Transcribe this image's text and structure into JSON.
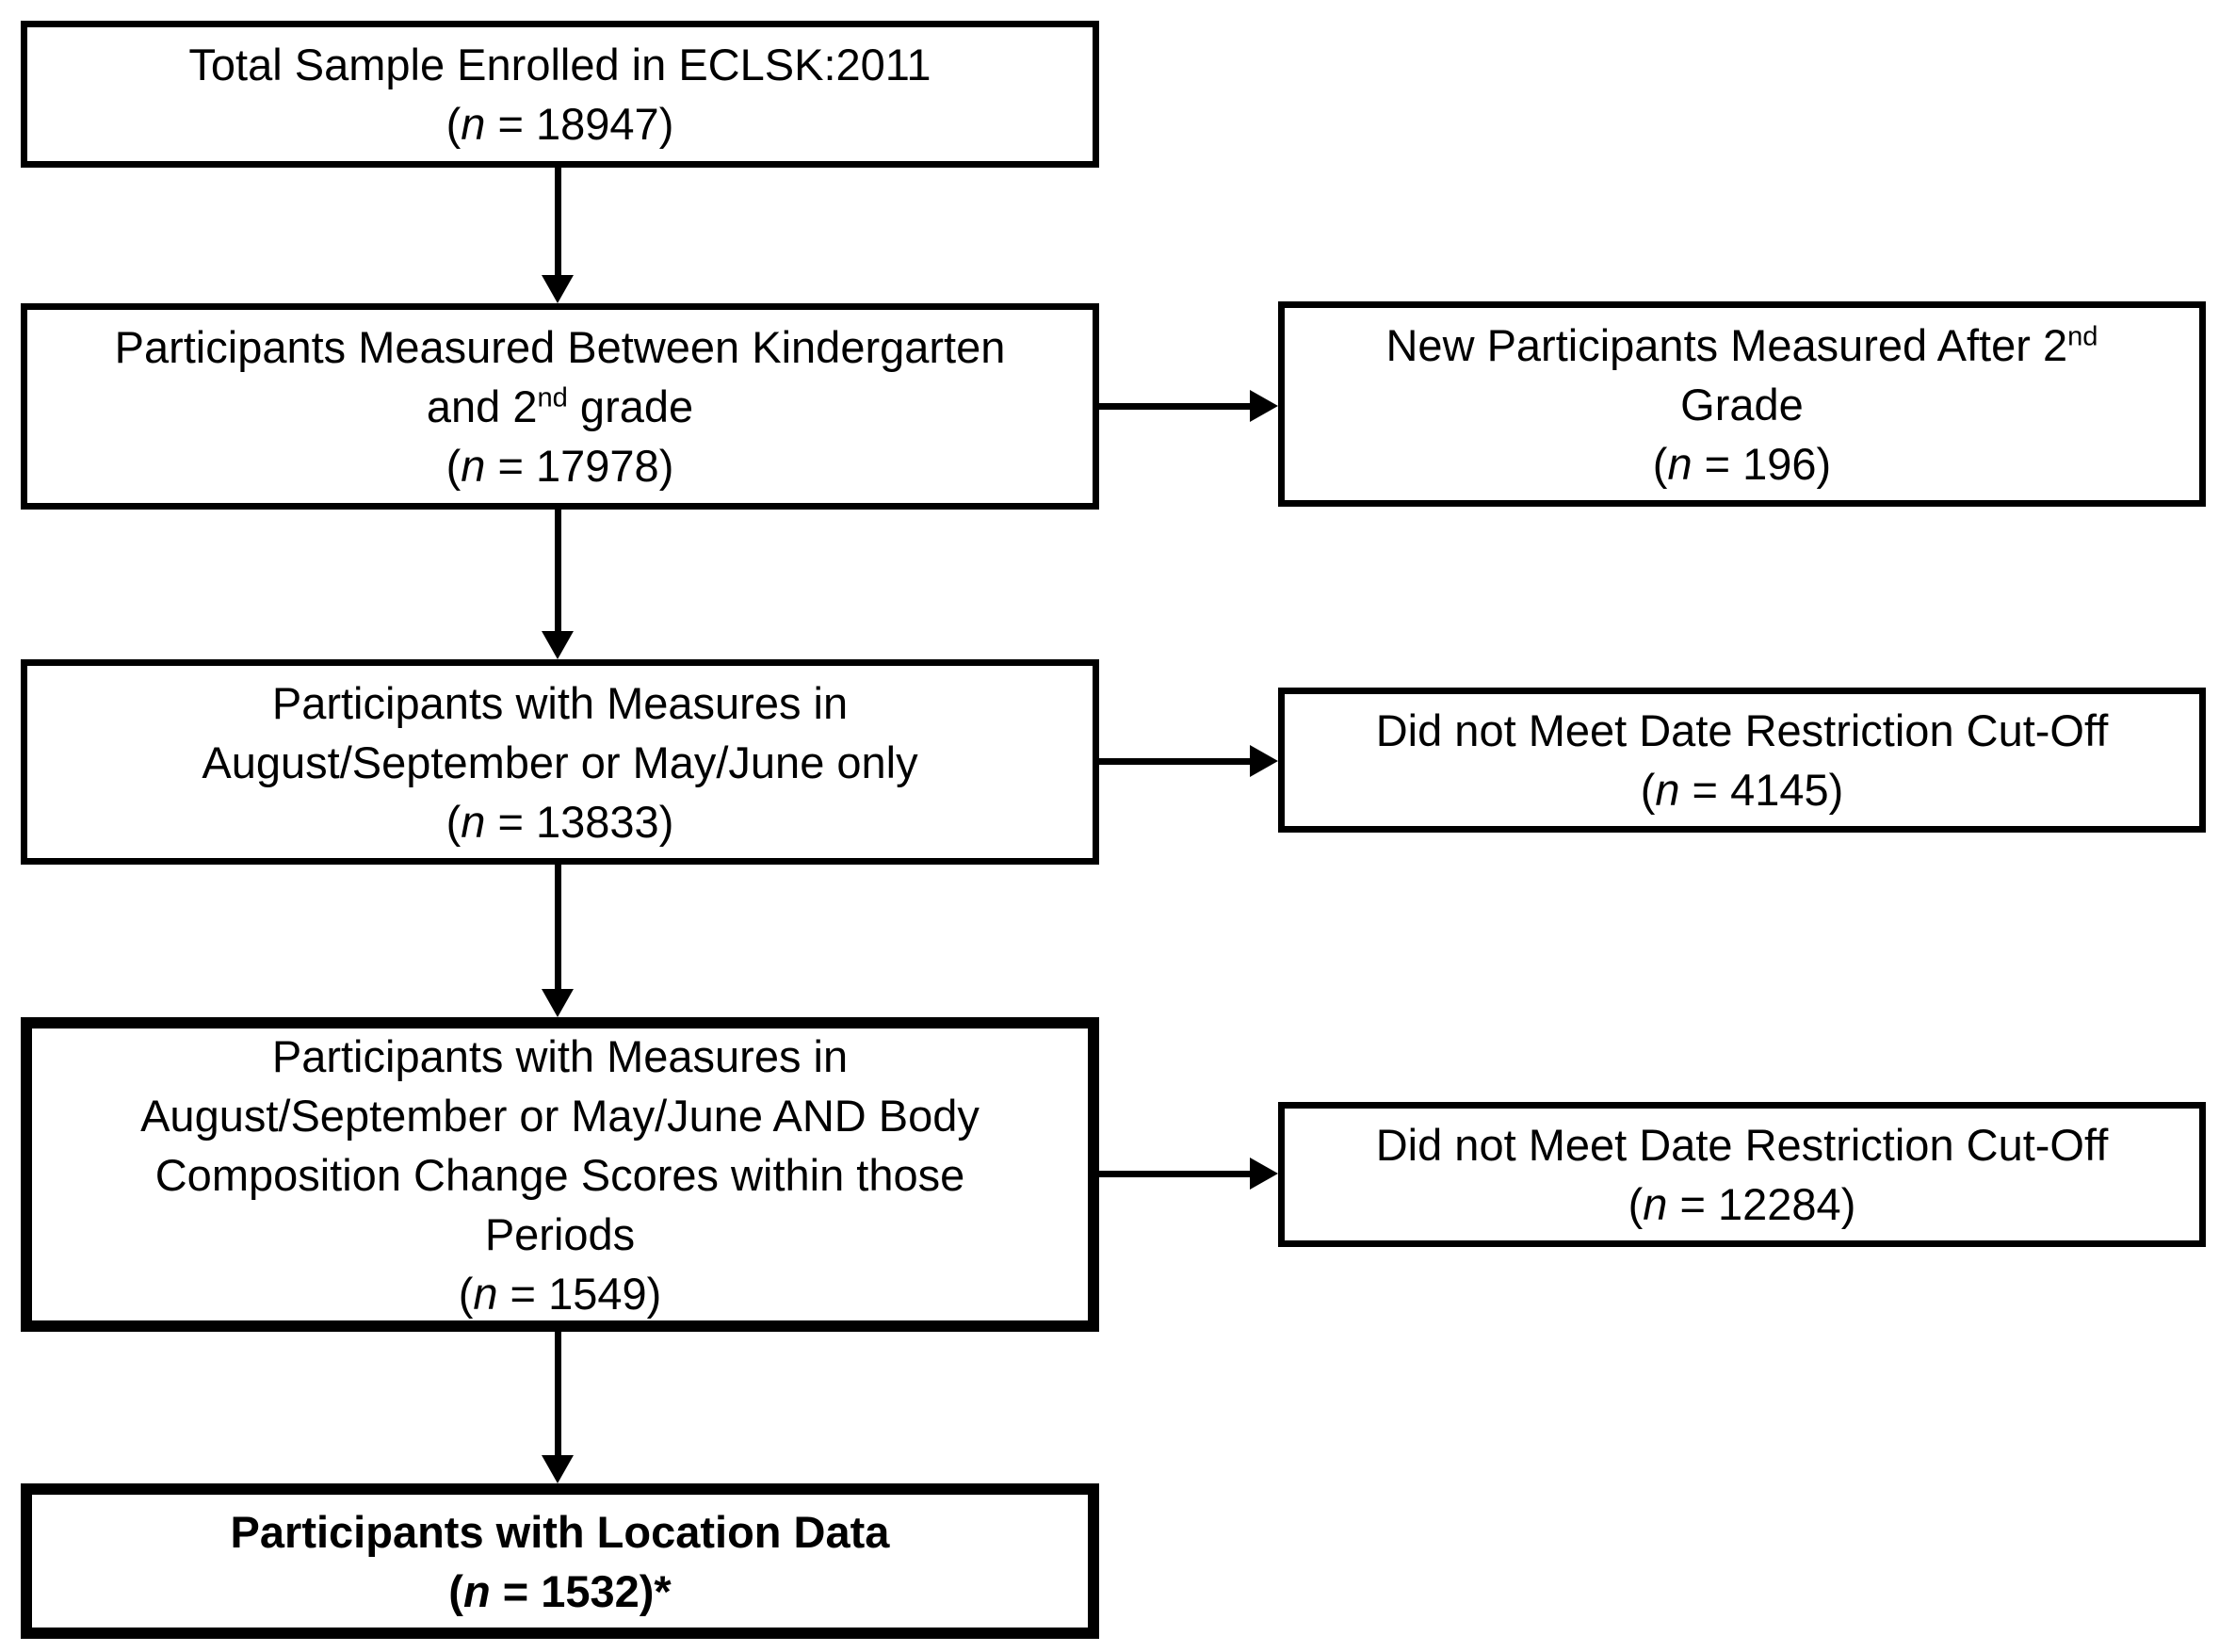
{
  "page": {
    "background": "#ffffff",
    "line_color": "#000000",
    "figure_type": "participant-flow-diagram"
  },
  "flowchart": {
    "boxes": [
      {
        "id": "total-sample",
        "border": "normal",
        "emphasis": false,
        "lines": [
          [
            {
              "t": "Total Sample Enrolled in ECLSK:2011"
            }
          ],
          [
            {
              "t": "("
            },
            {
              "t": "n",
              "i": true
            },
            {
              "t": " = 18947)"
            }
          ]
        ]
      },
      {
        "id": "measured-k-to-2nd",
        "border": "normal",
        "emphasis": false,
        "lines": [
          [
            {
              "t": "Participants Measured Between Kindergarten"
            }
          ],
          [
            {
              "t": "and 2"
            },
            {
              "t": "nd",
              "sup": true
            },
            {
              "t": " grade"
            }
          ],
          [
            {
              "t": "("
            },
            {
              "t": "n",
              "i": true
            },
            {
              "t": " = 17978)"
            }
          ]
        ]
      },
      {
        "id": "aug-sep-may-june-only",
        "border": "normal",
        "emphasis": false,
        "lines": [
          [
            {
              "t": "Participants with Measures in"
            }
          ],
          [
            {
              "t": "August/September or May/June only"
            }
          ],
          [
            {
              "t": "("
            },
            {
              "t": "n",
              "i": true
            },
            {
              "t": " = 13833)"
            }
          ]
        ]
      },
      {
        "id": "aug-sep-may-june-and-body-comp",
        "border": "thick",
        "emphasis": false,
        "lines": [
          [
            {
              "t": "Participants with Measures in"
            }
          ],
          [
            {
              "t": "August/September or May/June AND Body"
            }
          ],
          [
            {
              "t": "Composition Change Scores within those"
            }
          ],
          [
            {
              "t": "Periods"
            }
          ],
          [
            {
              "t": "("
            },
            {
              "t": "n",
              "i": true
            },
            {
              "t": " = 1549)"
            }
          ]
        ]
      },
      {
        "id": "location-data",
        "border": "thick",
        "emphasis": true,
        "lines": [
          [
            {
              "t": "Participants with Location Data"
            }
          ],
          [
            {
              "t": "("
            },
            {
              "t": "n",
              "i": true
            },
            {
              "t": " = 1532)*"
            }
          ]
        ]
      },
      {
        "id": "new-participants-after-2nd",
        "border": "normal",
        "emphasis": false,
        "lines": [
          [
            {
              "t": "New Participants Measured After 2"
            },
            {
              "t": "nd",
              "sup": true
            }
          ],
          [
            {
              "t": "Grade"
            }
          ],
          [
            {
              "t": "("
            },
            {
              "t": "n",
              "i": true
            },
            {
              "t": " = 196)"
            }
          ]
        ]
      },
      {
        "id": "date-restriction-cutoff-1",
        "border": "normal",
        "emphasis": false,
        "lines": [
          [
            {
              "t": "Did not Meet Date Restriction Cut-Off"
            }
          ],
          [
            {
              "t": "("
            },
            {
              "t": "n",
              "i": true
            },
            {
              "t": " = 4145)"
            }
          ]
        ]
      },
      {
        "id": "date-restriction-cutoff-2",
        "border": "normal",
        "emphasis": false,
        "lines": [
          [
            {
              "t": "Did not Meet Date Restriction Cut-Off"
            }
          ],
          [
            {
              "t": "("
            },
            {
              "t": "n",
              "i": true
            },
            {
              "t": " = 12284)"
            }
          ]
        ]
      }
    ],
    "connections": [
      {
        "from": "total-sample",
        "to": "measured-k-to-2nd",
        "direction": "down"
      },
      {
        "from": "measured-k-to-2nd",
        "to": "new-participants-after-2nd",
        "direction": "right"
      },
      {
        "from": "measured-k-to-2nd",
        "to": "aug-sep-may-june-only",
        "direction": "down"
      },
      {
        "from": "aug-sep-may-june-only",
        "to": "date-restriction-cutoff-1",
        "direction": "right"
      },
      {
        "from": "aug-sep-may-june-only",
        "to": "aug-sep-may-june-and-body-comp",
        "direction": "down"
      },
      {
        "from": "aug-sep-may-june-and-body-comp",
        "to": "date-restriction-cutoff-2",
        "direction": "right"
      },
      {
        "from": "aug-sep-may-june-and-body-comp",
        "to": "location-data",
        "direction": "down"
      }
    ]
  }
}
